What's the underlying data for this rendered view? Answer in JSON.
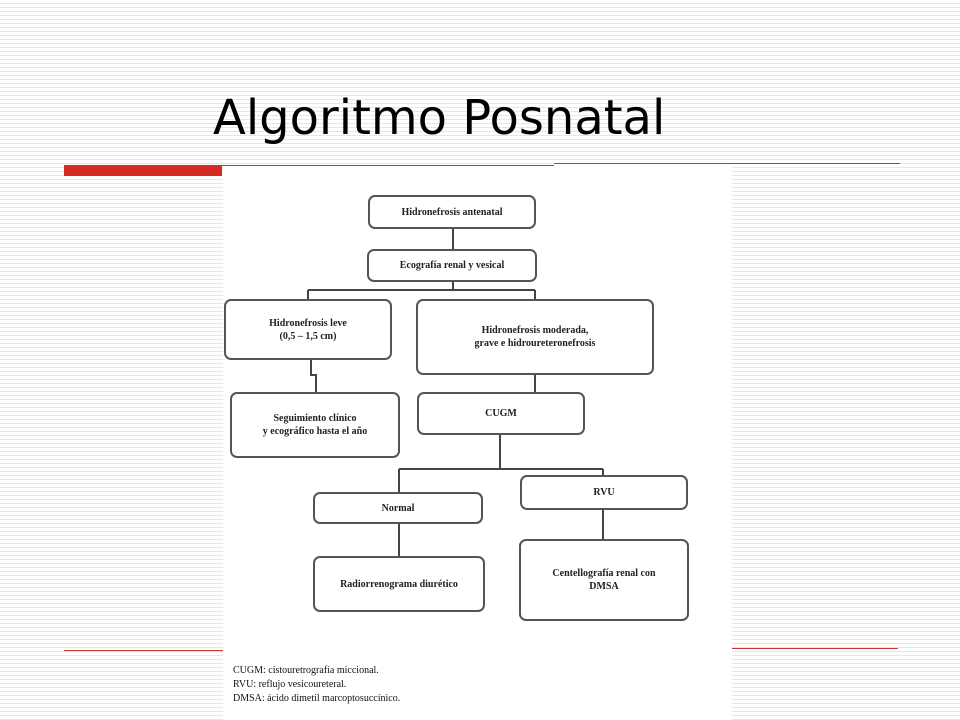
{
  "slide": {
    "title": "Algoritmo Posnatal"
  },
  "diagram": {
    "nodes": {
      "antenatal": "Hidronefrosis antenatal",
      "ecografia": "Ecografía renal y vesical",
      "leve": "Hidronefrosis leve\n(0,5 – 1,5 cm)",
      "moderada": "Hidronefrosis moderada,\ngrave e hidroureteronefrosis",
      "seguimiento": "Seguimiento clínico\ny ecográfico hasta el año",
      "cugm": "CUGM",
      "normal": "Normal",
      "rvu": "RVU",
      "radiorrenograma": "Radiorrenograma diurético",
      "centellografia": "Centellografía renal con\nDMSA"
    },
    "legend": [
      "CUGM: cistouretrografía miccional.",
      "RVU: reflujo vesicoureteral.",
      "DMSA: ácido dimetil marcoptosuccínico."
    ]
  },
  "colors": {
    "accent": "#d42a23",
    "box_border": "#555555"
  }
}
